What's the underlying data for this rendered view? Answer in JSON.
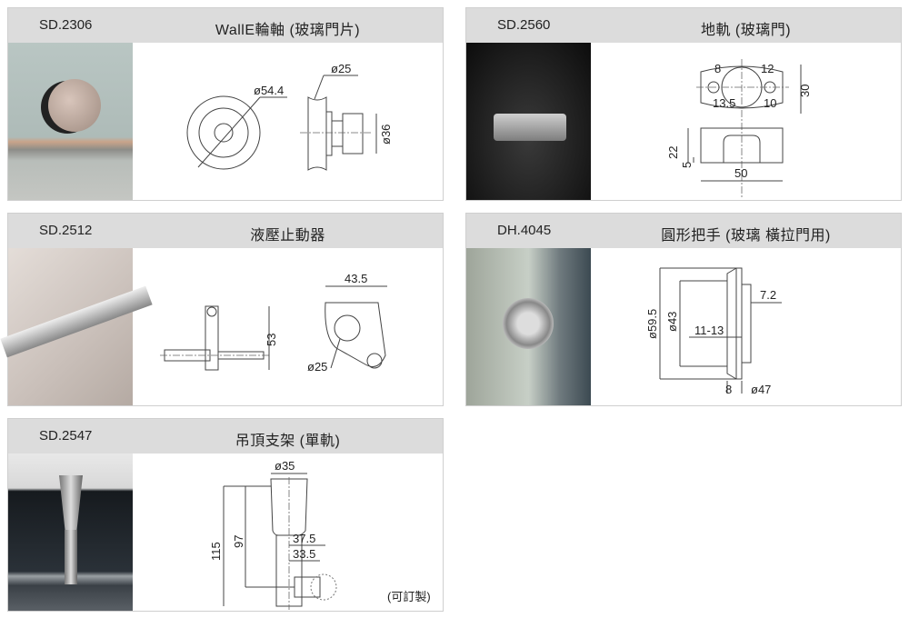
{
  "products": [
    {
      "code": "SD.2306",
      "title": "WallE輪軸 (玻璃門片)",
      "dims": [
        "ø54.4",
        "ø25",
        "ø36"
      ]
    },
    {
      "code": "SD.2560",
      "title": "地軌 (玻璃門)",
      "dims": [
        "8",
        "12",
        "13.5",
        "10",
        "30",
        "22",
        "5",
        "50"
      ]
    },
    {
      "code": "SD.2512",
      "title": "液壓止動器",
      "dims": [
        "43.5",
        "53",
        "ø25"
      ]
    },
    {
      "code": "DH.4045",
      "title": "圓形把手 (玻璃 橫拉門用)",
      "dims": [
        "ø59.5",
        "ø43",
        "7.2",
        "11-13",
        "8",
        "ø47"
      ]
    },
    {
      "code": "SD.2547",
      "title": "吊頂支架 (單軌)",
      "dims": [
        "ø35",
        "115",
        "97",
        "37.5",
        "33.5"
      ],
      "note": "(可訂製)"
    }
  ]
}
